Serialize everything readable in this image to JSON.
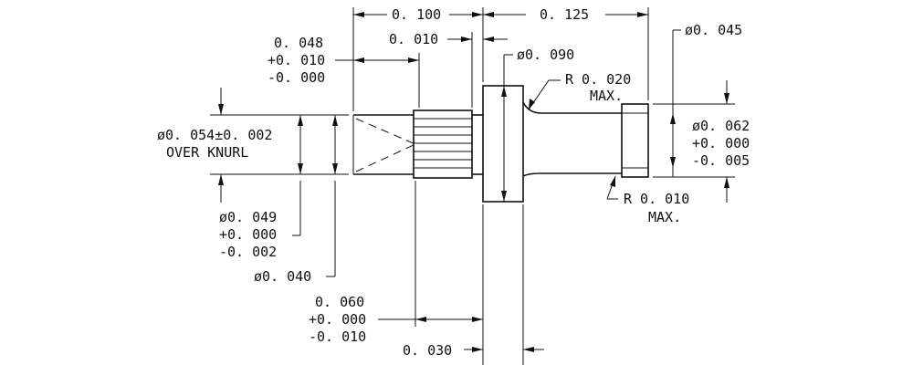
{
  "dimensions": {
    "overall_length_a": "0. 100",
    "overall_length_b": "0. 125",
    "knurl_length": [
      "0. 048",
      "+0. 010",
      "-0. 000"
    ],
    "gap_width": "0. 010",
    "head_diameter": "ø0. 090",
    "tip_diameter": "ø0. 045",
    "fillet_upper": [
      "R 0. 020",
      "MAX."
    ],
    "fillet_lower": [
      "R 0. 010",
      "MAX."
    ],
    "knurl_diameter": [
      "ø0. 054±0. 002",
      "OVER KNURL"
    ],
    "shank_diameter": [
      "ø0. 062",
      "+0. 000",
      "-0. 005"
    ],
    "bore_diameter": [
      "ø0. 049",
      "+0. 000",
      "-0. 002"
    ],
    "drill_diameter": "ø0. 040",
    "collar_length": [
      "0. 060",
      "+0. 000",
      "-0. 010"
    ],
    "flange_thickness": "0. 030"
  }
}
